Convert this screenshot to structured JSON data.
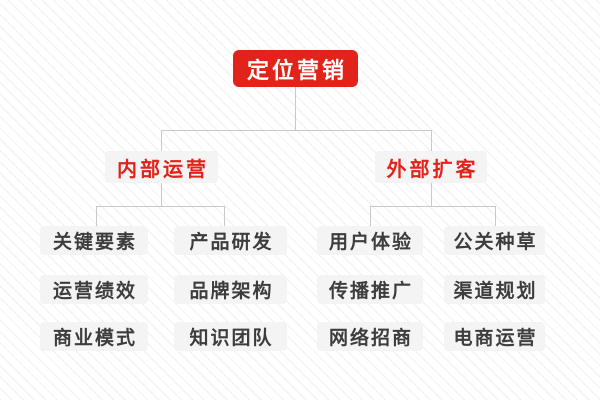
{
  "colors": {
    "accent_red": "#e2231a",
    "node_background": "#f4f4f5",
    "connector_line": "#c9c9c9",
    "leaf_text": "#3d3d3d",
    "root_text": "#ffffff",
    "background_stripe": "#f0f0f3"
  },
  "root": {
    "label": "定位营销"
  },
  "branch_left": {
    "label": "内部运营",
    "col1": [
      "关键要素",
      "运营绩效",
      "商业模式"
    ],
    "col2": [
      "产品研发",
      "品牌架构",
      "知识团队"
    ]
  },
  "branch_right": {
    "label": "外部扩客",
    "col1": [
      "用户体验",
      "传播推广",
      "网络招商"
    ],
    "col2": [
      "公关种草",
      "渠道规划",
      "电商运营"
    ]
  }
}
